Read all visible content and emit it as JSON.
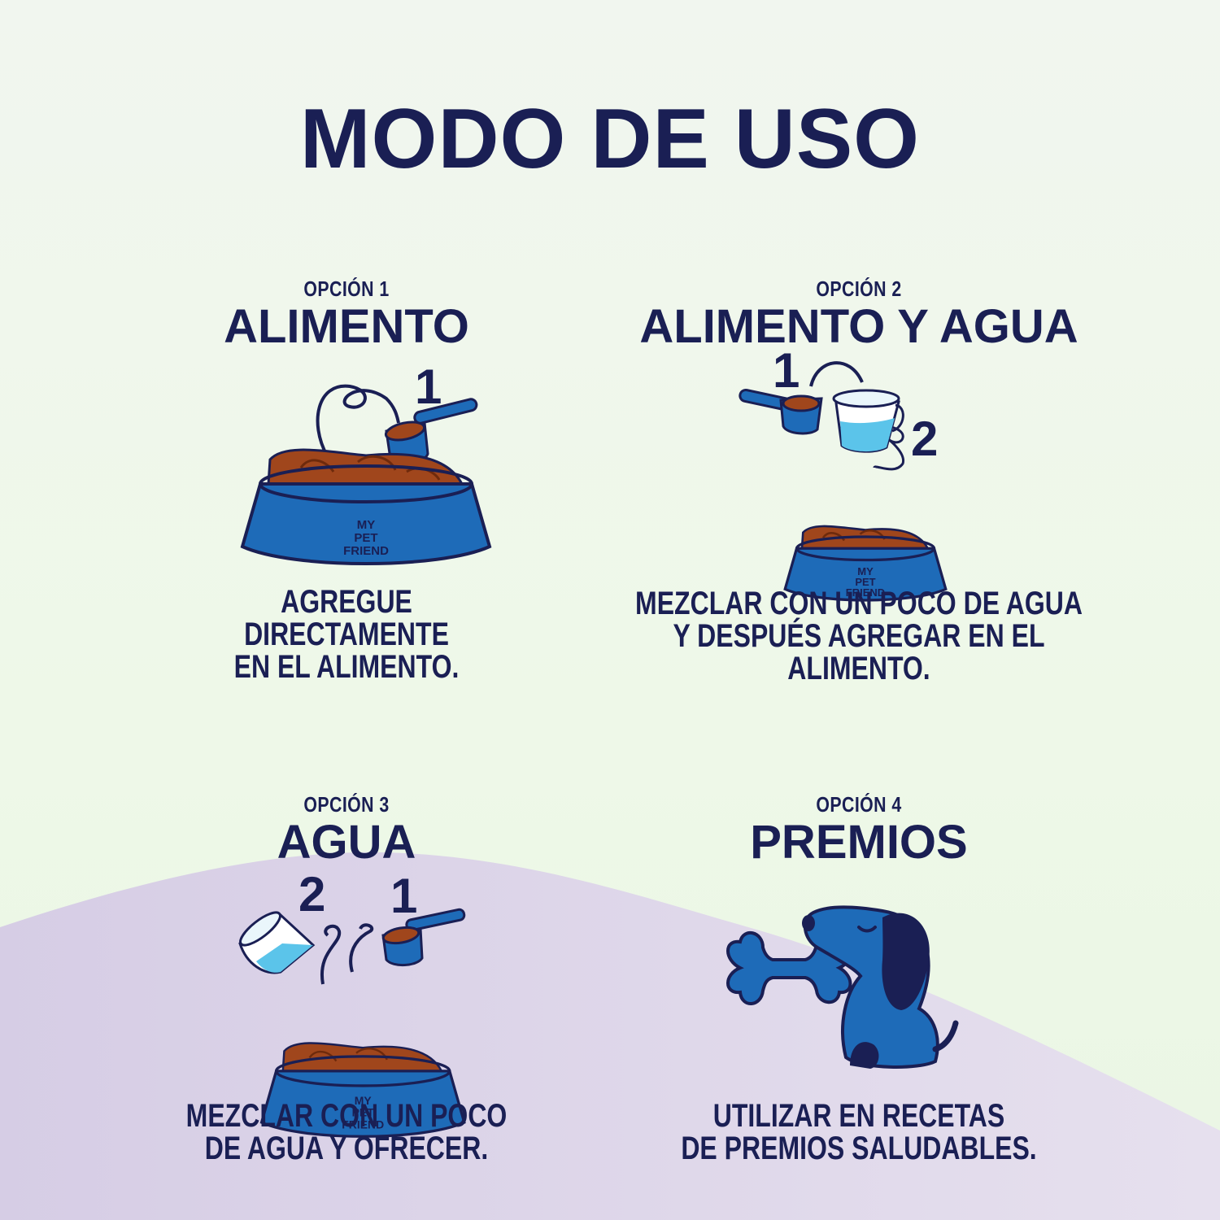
{
  "title": "MODO DE USO",
  "colors": {
    "navy": "#1a1f54",
    "blue": "#1e6bb8",
    "food": "#a0461c",
    "water": "#5bc4ea",
    "wave": "#d8d0e6",
    "background": "#eef6e8"
  },
  "options": [
    {
      "label": "OPCIÓN 1",
      "heading": "ALIMENTO",
      "desc_line1": "AGREGUE DIRECTAMENTE",
      "desc_line2": "EN EL ALIMENTO.",
      "step1": "1",
      "bowl_text": [
        "MY",
        "PET",
        "FRIEND"
      ]
    },
    {
      "label": "OPCIÓN 2",
      "heading": "ALIMENTO Y AGUA",
      "desc_line1": "MEZCLAR CON UN POCO DE AGUA",
      "desc_line2": "Y DESPUÉS AGREGAR EN EL ALIMENTO.",
      "step1": "1",
      "step2": "2",
      "bowl_text": [
        "MY",
        "PET",
        "FRIEND"
      ]
    },
    {
      "label": "OPCIÓN 3",
      "heading": "AGUA",
      "desc_line1": "MEZCLAR CON UN POCO",
      "desc_line2": "DE AGUA Y OFRECER.",
      "step1": "1",
      "step2": "2",
      "bowl_text": [
        "MY",
        "PET",
        "FRIEND"
      ]
    },
    {
      "label": "OPCIÓN 4",
      "heading": "PREMIOS",
      "desc_line1": "UTILIZAR EN RECETAS",
      "desc_line2": "DE PREMIOS SALUDABLES."
    }
  ],
  "icons": [
    "food-bowl-icon",
    "scoop-icon",
    "measuring-cup-icon",
    "dog-icon",
    "bone-icon"
  ]
}
